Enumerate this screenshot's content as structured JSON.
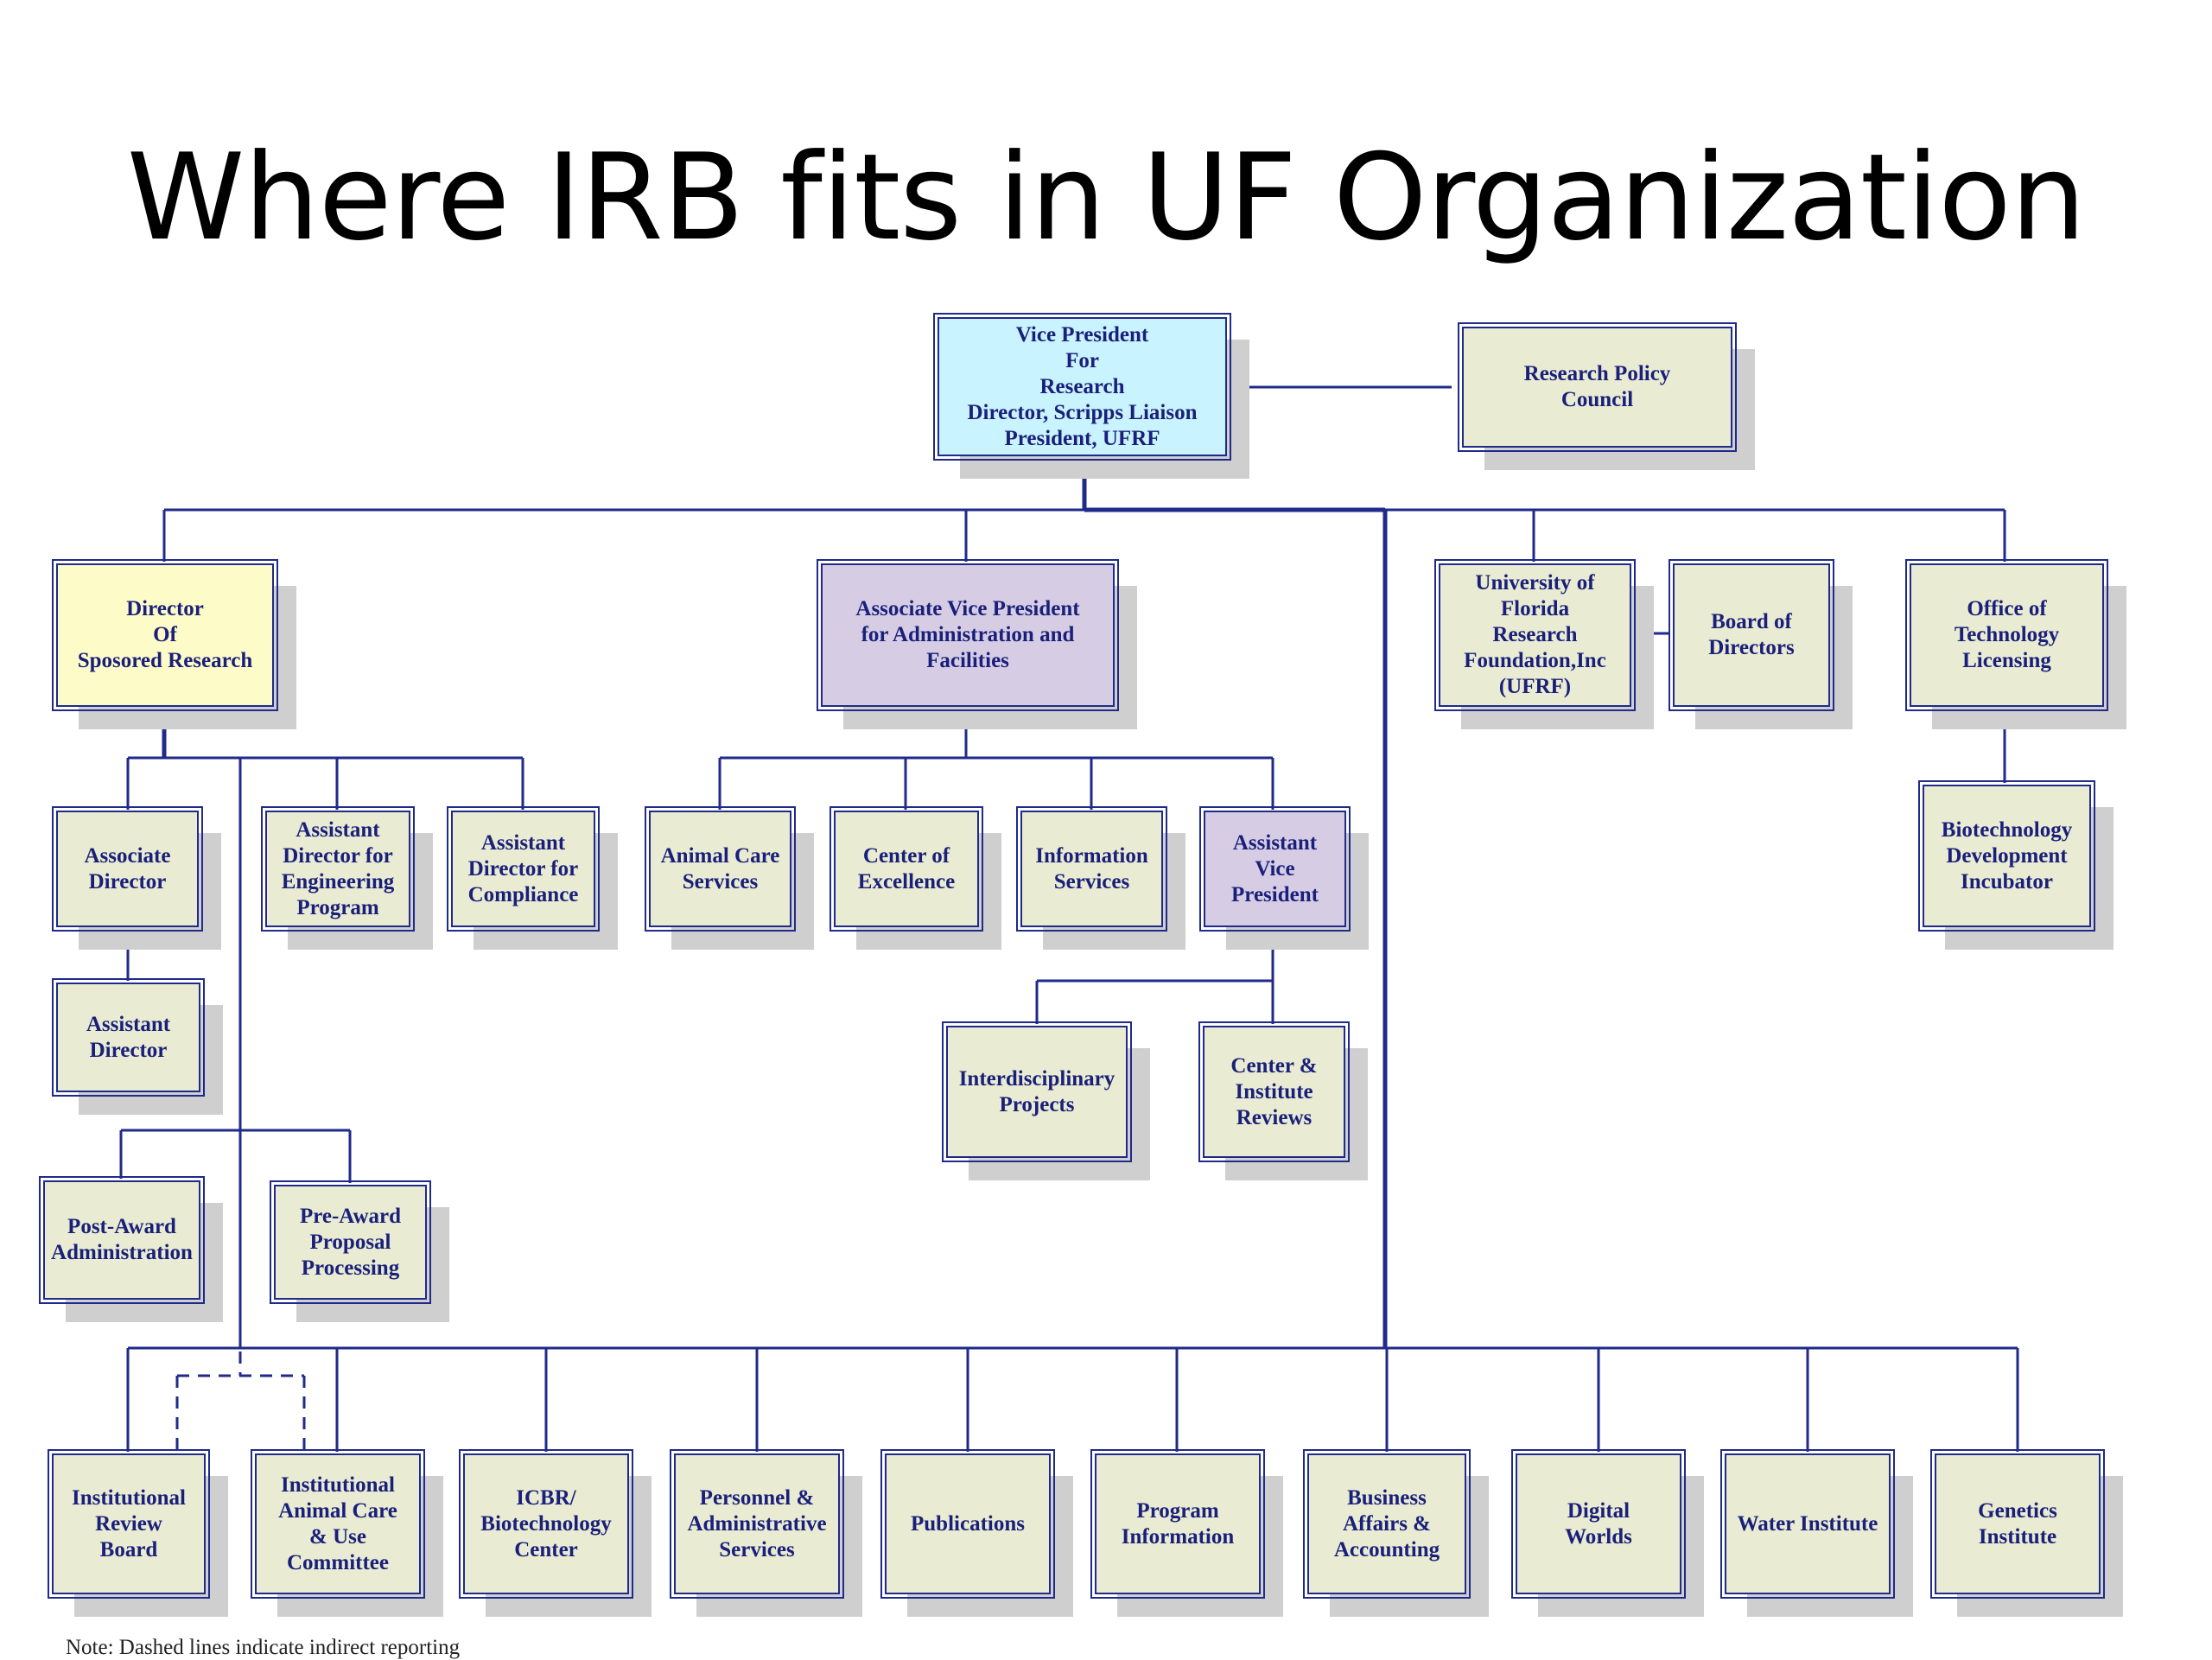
{
  "title": "Where IRB fits in UF Organization",
  "note": "Note: Dashed lines indicate indirect reporting",
  "colors": {
    "line": "#1f2a8a",
    "text": "#1a1f7a",
    "box_default": "#e9ecd2",
    "box_vp": "#c8f3ff",
    "box_director": "#fdfcc8",
    "box_associate_vp": "#d6cde4",
    "shadow": "#cfcfcf"
  },
  "boxes": {
    "vp": "Vice President\nFor\nResearch\nDirector, Scripps Liaison\nPresident, UFRF",
    "rpc": "Research Policy\nCouncil",
    "dir_sr": "Director\nOf\nSposored Research",
    "avp_af": "Associate Vice President\nfor Administration and\nFacilities",
    "ufrf": "University of\nFlorida\nResearch\nFoundation,Inc\n(UFRF)",
    "board": "Board of\nDirectors",
    "otl": "Office of\nTechnology\nLicensing",
    "assoc_dir": "Associate\nDirector",
    "asst_eng": "Assistant\nDirector for\nEngineering\nProgram",
    "asst_comp": "Assistant\nDirector for\nCompliance",
    "animal_care": "Animal Care\nServices",
    "coe": "Center of\nExcellence",
    "info": "Information\nServices",
    "avp": "Assistant\nVice\nPresident",
    "biotech": "Biotechnology\nDevelopment\nIncubator",
    "asst_dir": "Assistant\nDirector",
    "inter": "Interdisciplinary\nProjects",
    "cir": "Center &\nInstitute\nReviews",
    "post": "Post-Award\nAdministration",
    "pre": "Pre-Award\nProposal\nProcessing",
    "irb": "Institutional\nReview\nBoard",
    "iacuc": "Institutional\nAnimal Care\n& Use\nCommittee",
    "icbr": "ICBR/\nBiotechnology\nCenter",
    "pas": "Personnel &\nAdministrative\nServices",
    "pub": "Publications",
    "prog": "Program\nInformation",
    "baa": "Business\nAffairs &\nAccounting",
    "dw": "Digital\nWorlds",
    "water": "Water Institute",
    "gen": "Genetics\nInstitute"
  }
}
